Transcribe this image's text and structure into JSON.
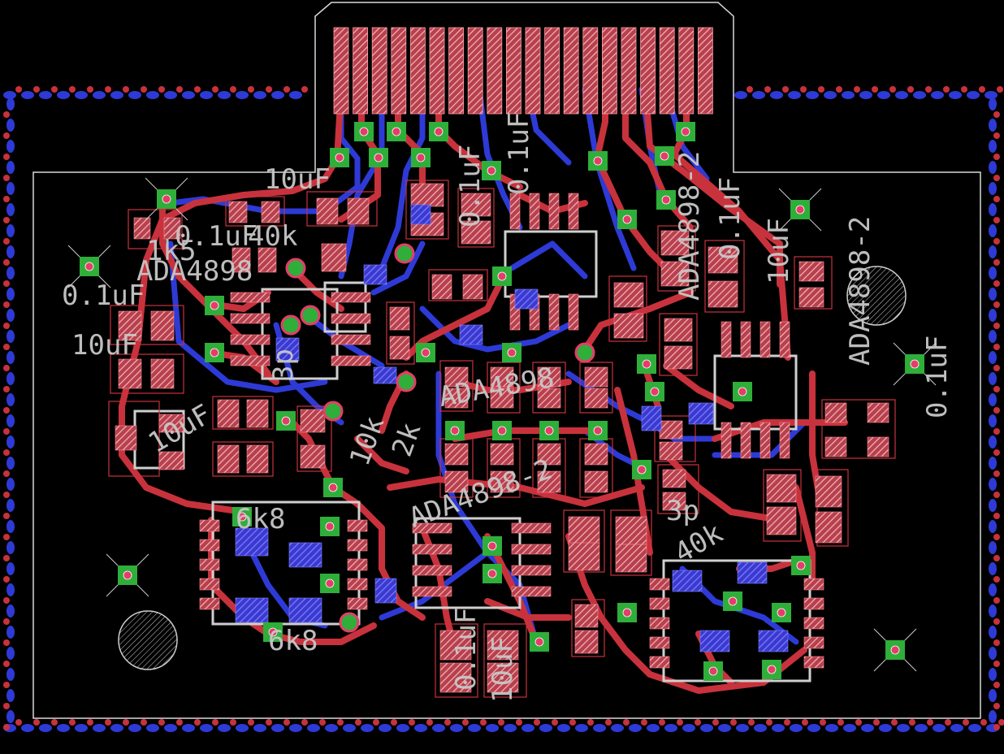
{
  "colors": {
    "background": "#000000",
    "outline": "#d9d9d9",
    "top_copper": "#c8323c",
    "bottom_copper": "#2e3ad6",
    "pad": "#e8a8b0",
    "bottom_pad": "#6060ff",
    "via_fill": "#2fae3a",
    "via_ring": "#e63c6a",
    "silk": "#d0d0d0"
  },
  "labels": {
    "cap_10uf_a": "10uF",
    "cap_10uf_b": "10uF",
    "cap_10uf_c": "10uF",
    "cap_10uf_d": "10uF",
    "cap_10uf_e": "10uF",
    "cap_01uf_a": "0.1uF",
    "cap_01uf_b": "0.1uF",
    "cap_01uf_c": "0.1uF",
    "cap_01uf_d": "0.1uF",
    "cap_01uf_e": "0.1uF",
    "cap_01uf_f": "0.1uF",
    "cap_01uf_g": "0.1uF",
    "res_1k5": "1k5",
    "res_40k": "40k",
    "res_40k_b": "40k",
    "res_6k8_a": "6k8",
    "res_6k8_b": "6k8",
    "res_2k": "2k",
    "res_10k": "10k",
    "cap_3p_a": "3p",
    "cap_3p_b": "3p",
    "chip_ada4898_a": "ADA4898",
    "chip_ada4898_b": "ADA4898-2",
    "chip_ada4898_c": "ADA4898-2",
    "chip_ada4898_d": "ADA4898-2",
    "chip_ada4898_e": "ADA4898"
  }
}
